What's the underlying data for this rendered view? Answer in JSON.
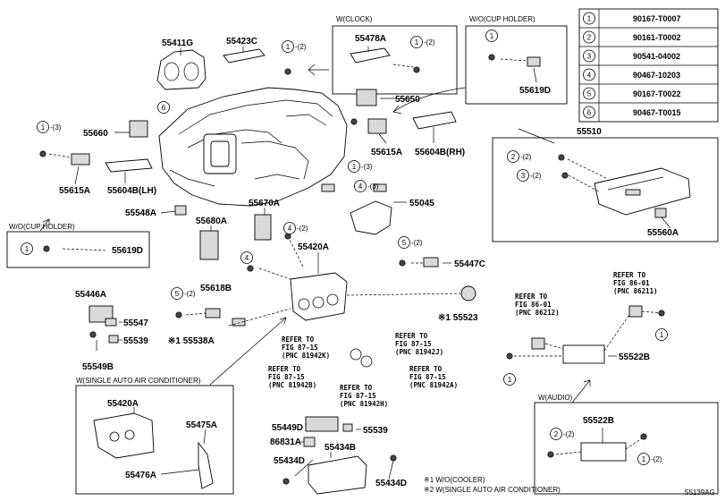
{
  "diagram_id": "55139AG",
  "part_labels": [
    {
      "key": "p55411G",
      "text": "55411G"
    },
    {
      "key": "p55423C",
      "text": "55423C"
    },
    {
      "key": "p55478A",
      "text": "55478A"
    },
    {
      "key": "p55619D_top",
      "text": "55619D"
    },
    {
      "key": "p55650",
      "text": "55650"
    },
    {
      "key": "p55660",
      "text": "55660"
    },
    {
      "key": "p55615A_r",
      "text": "55615A"
    },
    {
      "key": "p55604B_rh",
      "text": "55604B(RH)"
    },
    {
      "key": "p55510",
      "text": "55510"
    },
    {
      "key": "p55615A_l",
      "text": "55615A"
    },
    {
      "key": "p55604B_lh",
      "text": "55604B(LH)"
    },
    {
      "key": "p55045",
      "text": "55045"
    },
    {
      "key": "p55548A",
      "text": "55548A"
    },
    {
      "key": "p55670A",
      "text": "55670A"
    },
    {
      "key": "p55680A",
      "text": "55680A"
    },
    {
      "key": "p55619D_l",
      "text": "55619D"
    },
    {
      "key": "p55420A",
      "text": "55420A"
    },
    {
      "key": "p55447C",
      "text": "55447C"
    },
    {
      "key": "p55560A",
      "text": "55560A"
    },
    {
      "key": "p55446A",
      "text": "55446A"
    },
    {
      "key": "p55618B",
      "text": "55618B"
    },
    {
      "key": "p55547",
      "text": "55547"
    },
    {
      "key": "p55539_l",
      "text": "55539"
    },
    {
      "key": "p55538A",
      "text": "※1 55538A"
    },
    {
      "key": "p55523",
      "text": "※1 55523"
    },
    {
      "key": "p55549B",
      "text": "55549B"
    },
    {
      "key": "p55522B",
      "text": "55522B"
    },
    {
      "key": "p55420A_w",
      "text": "55420A"
    },
    {
      "key": "p55475A",
      "text": "55475A"
    },
    {
      "key": "p55476A",
      "text": "55476A"
    },
    {
      "key": "p55449D",
      "text": "55449D"
    },
    {
      "key": "p55539_b",
      "text": "55539"
    },
    {
      "key": "p86831A",
      "text": "86831A"
    },
    {
      "key": "p55434B",
      "text": "55434B"
    },
    {
      "key": "p55434D_l",
      "text": "55434D"
    },
    {
      "key": "p55434D_r",
      "text": "55434D"
    },
    {
      "key": "p55522B_audio",
      "text": "55522B"
    }
  ],
  "captions": {
    "clock": "W(CLOCK)",
    "wo_cup_top": "W/O(CUP HOLDER)",
    "wo_cup_left": "W/O(CUP HOLDER)",
    "single_ac": "W(SINGLE AUTO AIR CONDITIONER)",
    "audio": "W(AUDIO)"
  },
  "qty_labels": {
    "q1_55423C": "-(2)",
    "q1_clock": "-(2)",
    "q1_left": "-(3)",
    "q1_center": "-(3)",
    "q2_glove": "-(2)",
    "q3_glove": "-(2)",
    "q4_55045": "-(3)",
    "q4_mid": "-(2)",
    "q5_55447C": "-(2)",
    "q5_55618B": "-(2)",
    "q2_audio": "-(2)",
    "q1_audio": "-(2)"
  },
  "refer_notes": [
    {
      "key": "r1",
      "lines": [
        "REFER TO",
        "FIG 86-01",
        "(PNC 86212)"
      ]
    },
    {
      "key": "r2",
      "lines": [
        "REFER TO",
        "FIG 86-01",
        "(PNC 86211)"
      ]
    },
    {
      "key": "r3",
      "lines": [
        "REFER TO",
        "FIG 87-15",
        "(PNC 81942K)"
      ]
    },
    {
      "key": "r4",
      "lines": [
        "REFER TO",
        "FIG 87-15",
        "(PNC 81942J)"
      ]
    },
    {
      "key": "r5",
      "lines": [
        "REFER TO",
        "FIG 87-15",
        "(PNC 81942B)"
      ]
    },
    {
      "key": "r6",
      "lines": [
        "REFER TO",
        "FIG 87-15",
        "(PNC 81942H)"
      ]
    },
    {
      "key": "r7",
      "lines": [
        "REFER TO",
        "FIG 87-15",
        "(PNC 81942A)"
      ]
    }
  ],
  "footnotes": [
    "※1 W/O(COOLER)",
    "※2 W(SINGLE AUTO AIR CONDITIONER)"
  ],
  "fastener_table": [
    {
      "no": "1",
      "part": "90167-T0007"
    },
    {
      "no": "2",
      "part": "90161-T0002"
    },
    {
      "no": "3",
      "part": "90541-04002"
    },
    {
      "no": "4",
      "part": "90467-10203"
    },
    {
      "no": "5",
      "part": "90167-T0022"
    },
    {
      "no": "6",
      "part": "90467-T0015"
    }
  ],
  "callout_numbers": [
    "1",
    "2",
    "3",
    "4",
    "5",
    "6"
  ]
}
